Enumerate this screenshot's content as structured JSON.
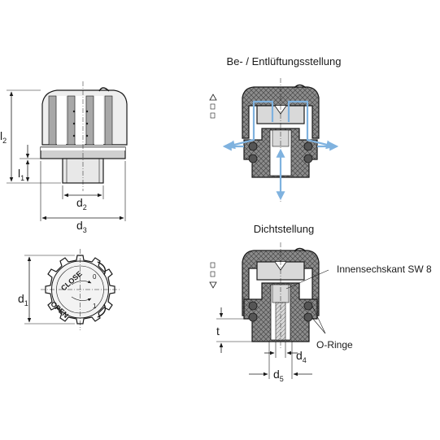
{
  "section_titles": {
    "venting": "Be- / Entlüftungsstellung",
    "sealing": "Dichtstellung"
  },
  "dimension_labels": {
    "l2": {
      "main": "l",
      "sub": "2"
    },
    "l1": {
      "main": "l",
      "sub": "1"
    },
    "d2": {
      "main": "d",
      "sub": "2"
    },
    "d3": {
      "main": "d",
      "sub": "3"
    },
    "d1": {
      "main": "d",
      "sub": "1"
    },
    "t": {
      "main": "t",
      "sub": ""
    },
    "d4": {
      "main": "d",
      "sub": "4"
    },
    "d5": {
      "main": "d",
      "sub": "5"
    }
  },
  "callouts": {
    "hex_socket": "Innensechskant SW 8",
    "o_rings": "O-Ringe"
  },
  "knob_face_text": {
    "close": "CLOSE",
    "open": "OPEN",
    "close_symbol": "0",
    "open_symbol": "1"
  },
  "colors": {
    "body_gray": "#8c8c8c",
    "light_gray": "#d9d9d9",
    "airflow_blue": "#7fb2df",
    "line": "#1a1a1a"
  },
  "icons": [
    "arrow-up-icon",
    "arrow-down-icon",
    "airflow-arrow-icon"
  ]
}
